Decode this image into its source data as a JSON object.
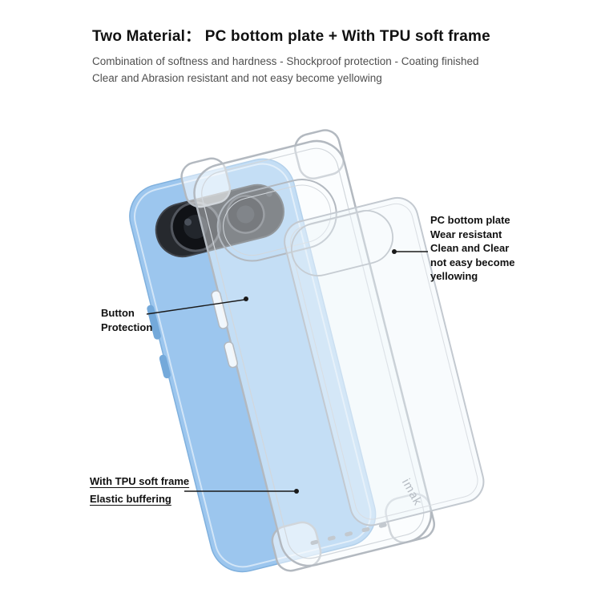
{
  "header": {
    "title": "Two Material：  PC bottom plate + With TPU soft frame",
    "subtitle_lines": [
      "Combination of softness and hardness - Shockproof protection - Coating finished",
      "Clear and Abrasion resistant and not easy become yellowing"
    ]
  },
  "callouts": {
    "pc_plate": [
      "PC bottom plate",
      "Wear resistant",
      "Clean and Clear",
      "not easy become",
      "yellowing"
    ],
    "button": [
      "Button",
      "Protection"
    ],
    "tpu": [
      "With TPU soft frame",
      "Elastic buffering"
    ]
  },
  "brand": "imak",
  "colors": {
    "phone-blue": "#9cc6ee",
    "phone-blue-dark": "#74a9da",
    "case-line": "#b3b9c0",
    "case-line-light": "#d2d7dc",
    "callout-text": "#111111",
    "subtitle-gray": "#4f4f4f",
    "leader-line": "#1a1a1a"
  }
}
